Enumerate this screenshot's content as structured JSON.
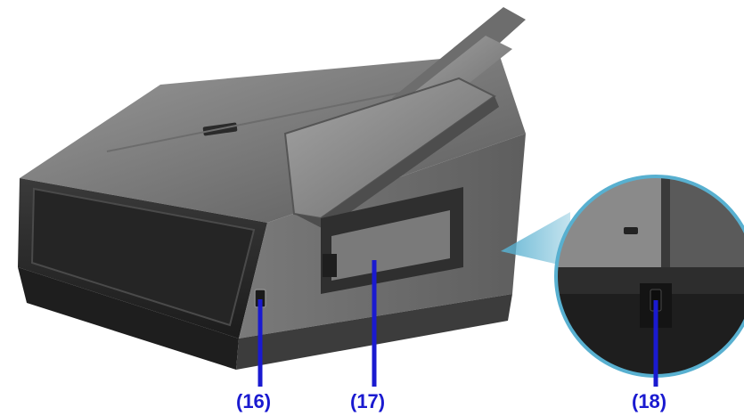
{
  "figure": {
    "callouts": [
      {
        "id": "16",
        "label": "(16)"
      },
      {
        "id": "17",
        "label": "(17)"
      },
      {
        "id": "18",
        "label": "(18)"
      }
    ]
  },
  "colors": {
    "callout": "#1a1ad0",
    "body_dark": "#2b2b2b",
    "body_mid": "#555555",
    "body_light": "#8a8a8a",
    "magnifier_ring": "#58b0d0"
  }
}
